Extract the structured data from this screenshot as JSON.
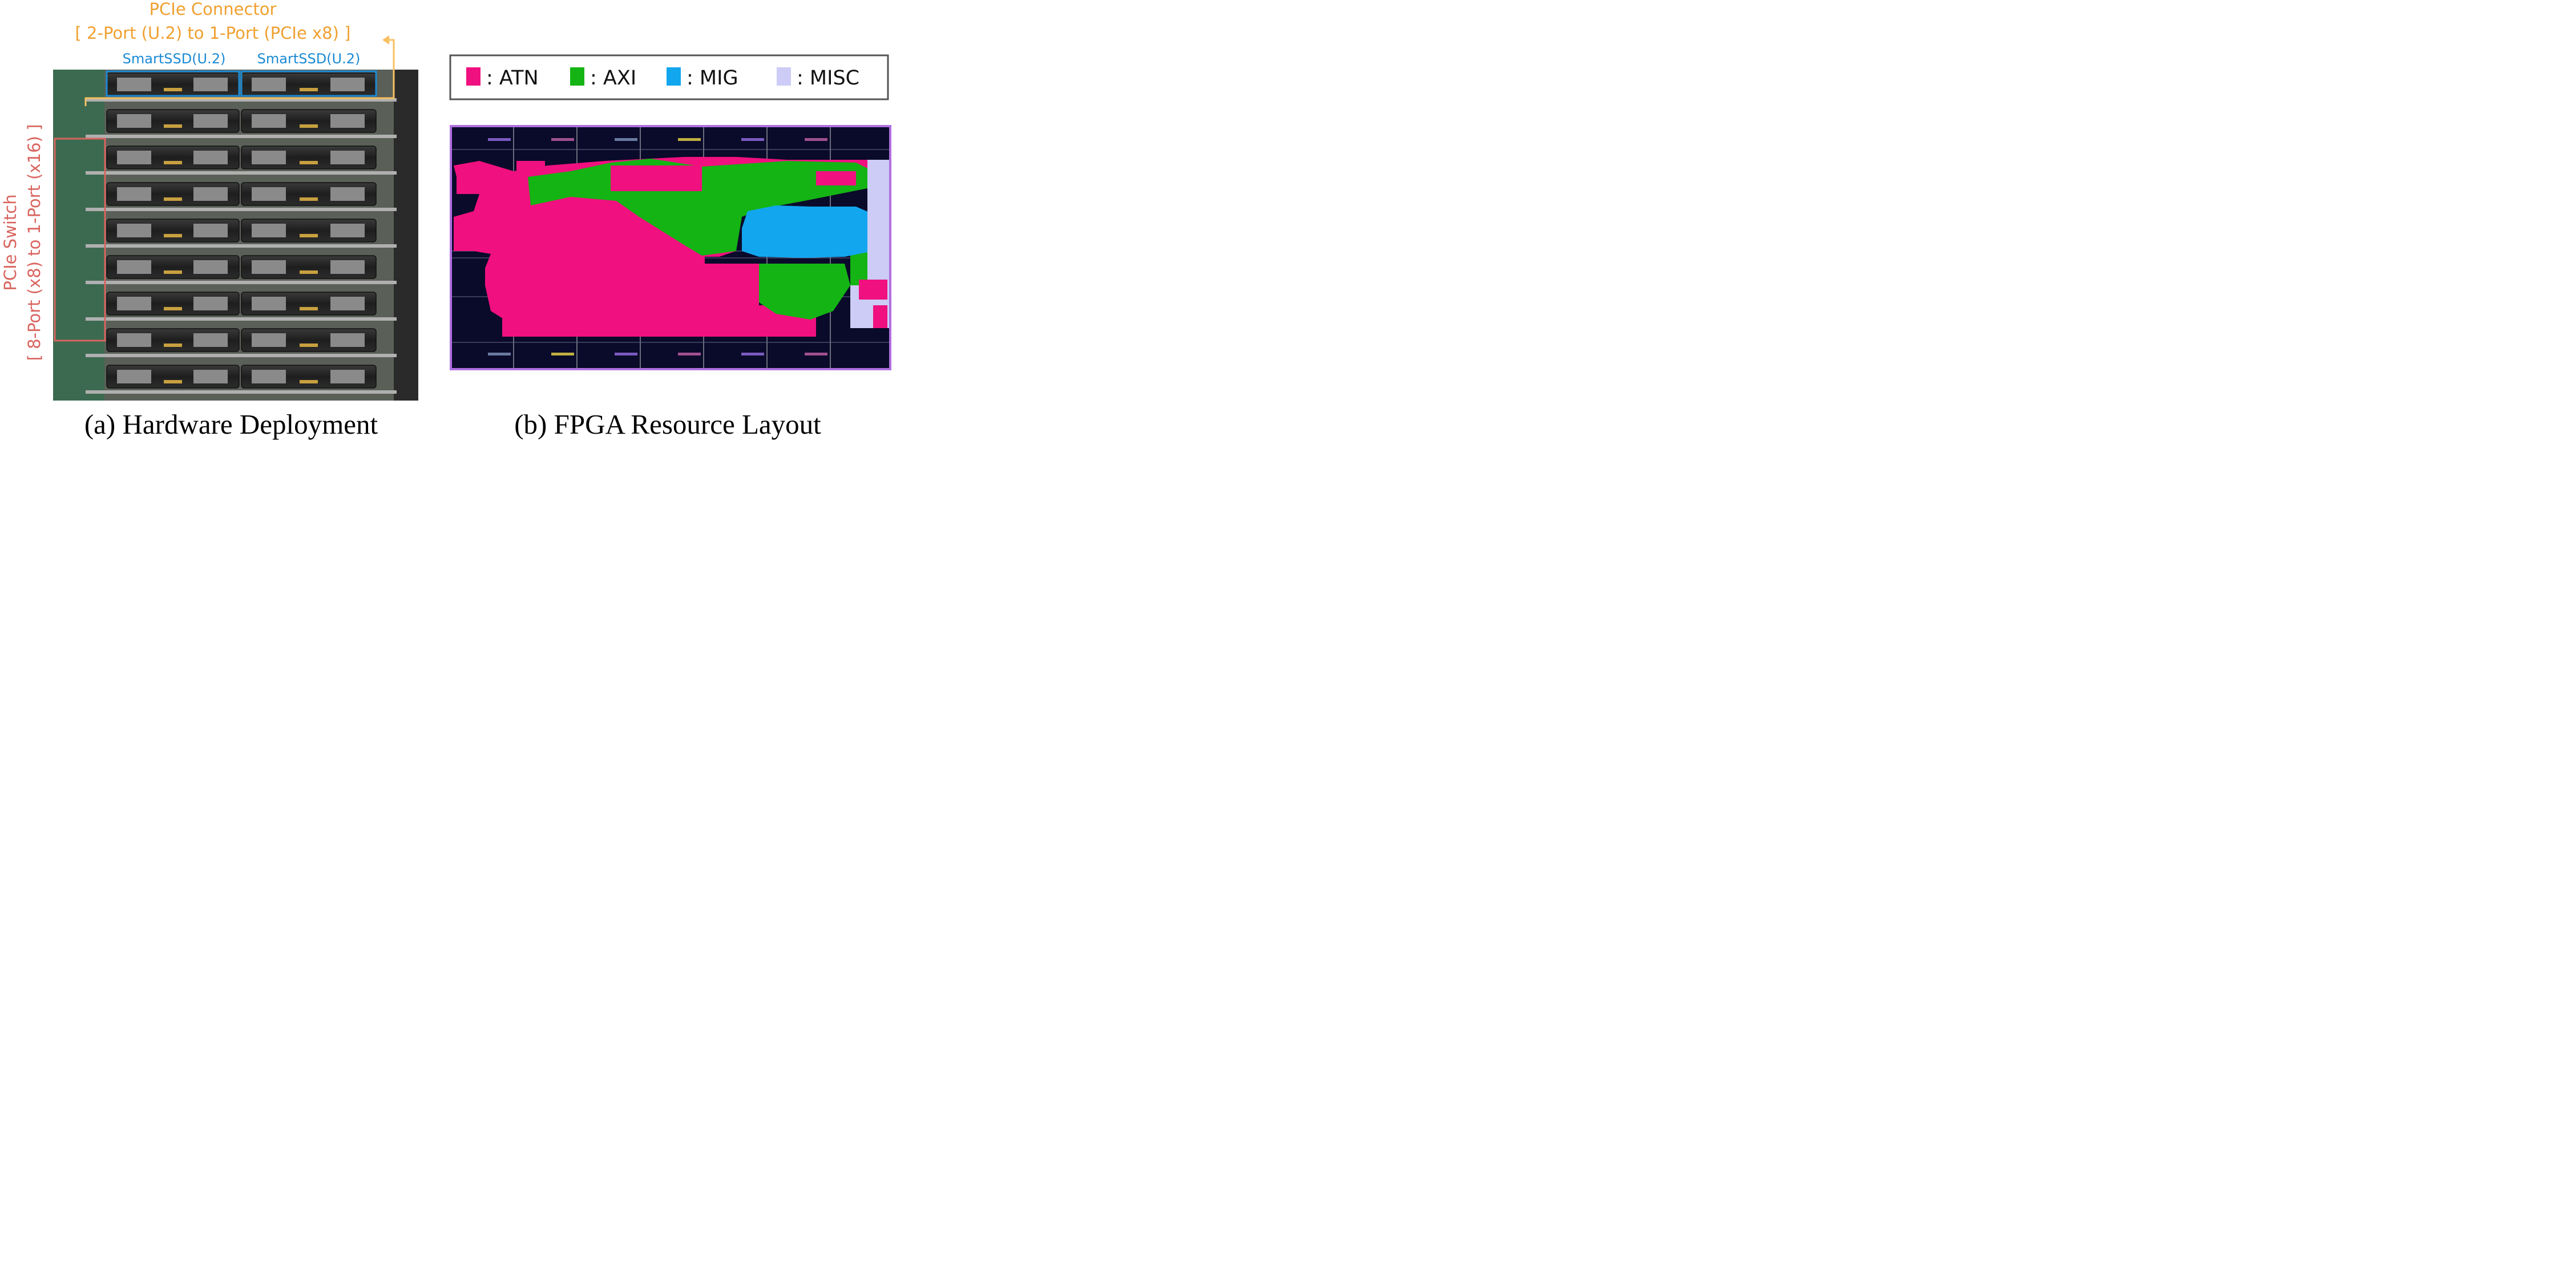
{
  "hardware": {
    "connector_title": "PCIe Connector",
    "connector_subtitle": "[ 2-Port (U.2) to 1-Port (PCIe x8) ]",
    "ssd_left_label": "SmartSSD(U.2)",
    "ssd_right_label": "SmartSSD(U.2)",
    "switch_title": "PCIe Switch",
    "switch_subtitle": "[ 8-Port (x8) to 1-Port (x16) ]",
    "caption": "(a) Hardware Deployment"
  },
  "fpga": {
    "legend": [
      {
        "label": ": ATN",
        "color": "#f0107f"
      },
      {
        "label": ": AXI",
        "color": "#14b414"
      },
      {
        "label": ": MIG",
        "color": "#12a6ee"
      },
      {
        "label": ": MISC",
        "color": "#ccccf6"
      }
    ],
    "caption": "(b) FPGA Resource Layout"
  },
  "colors": {
    "connector": "#f0a030",
    "ssd_box": "#1a8ad4",
    "switch": "#d9645e",
    "fpga_border": "#b070e0",
    "fpga_bg": "#0a0a2a"
  }
}
